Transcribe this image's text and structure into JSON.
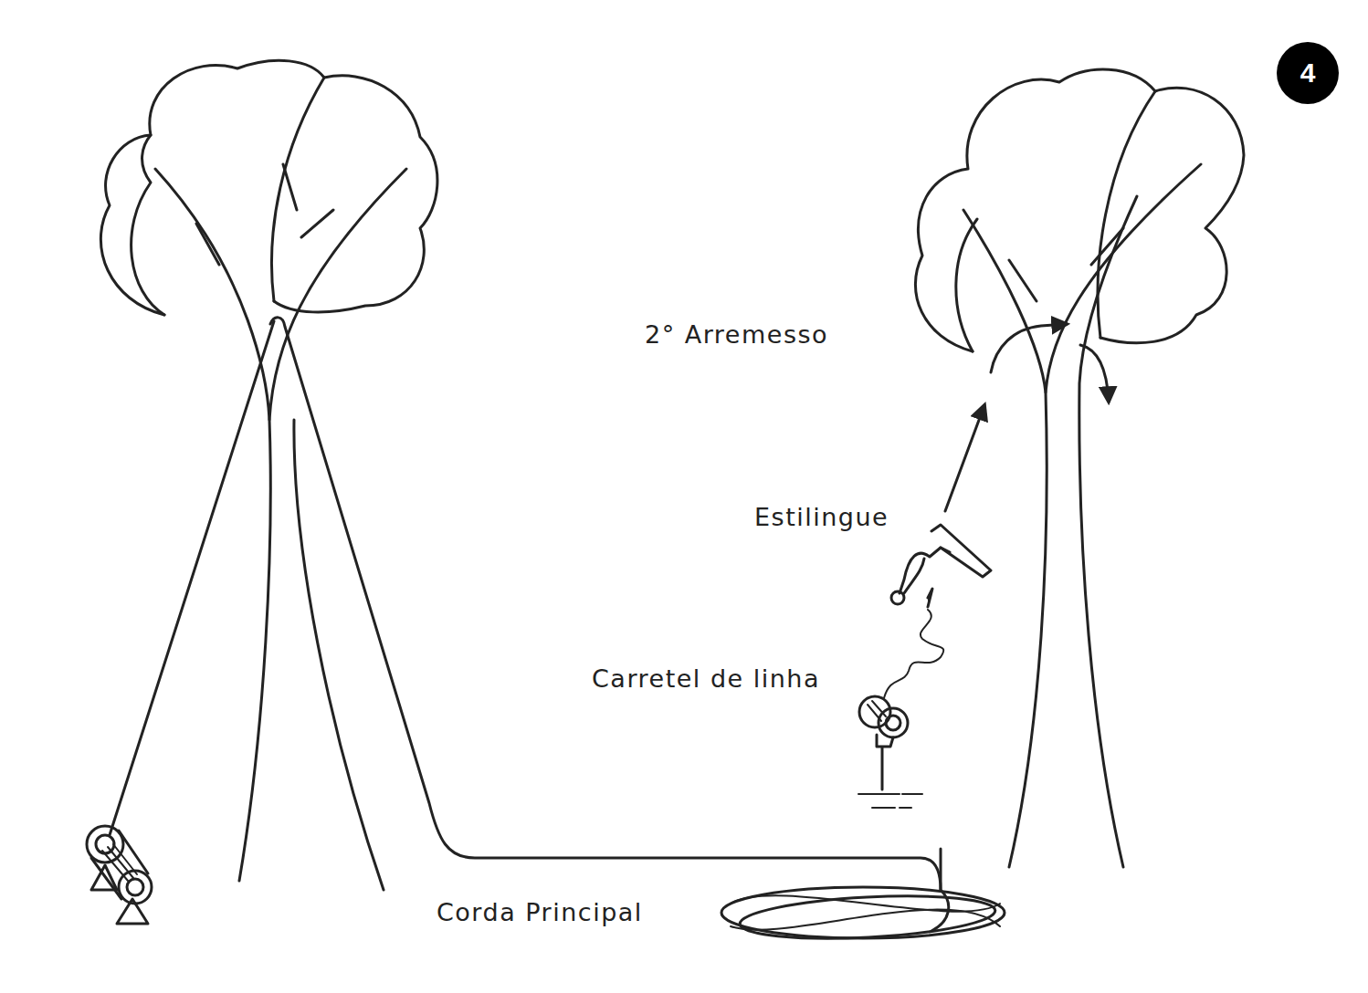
{
  "diagram": {
    "nodes": [
      {
        "text": [
          "4"
        ]
      }
    ],
    "labels": [
      "2° Arremesso",
      "Estilingue",
      "Carretel de linha",
      "Corda Principal"
    ]
  }
}
